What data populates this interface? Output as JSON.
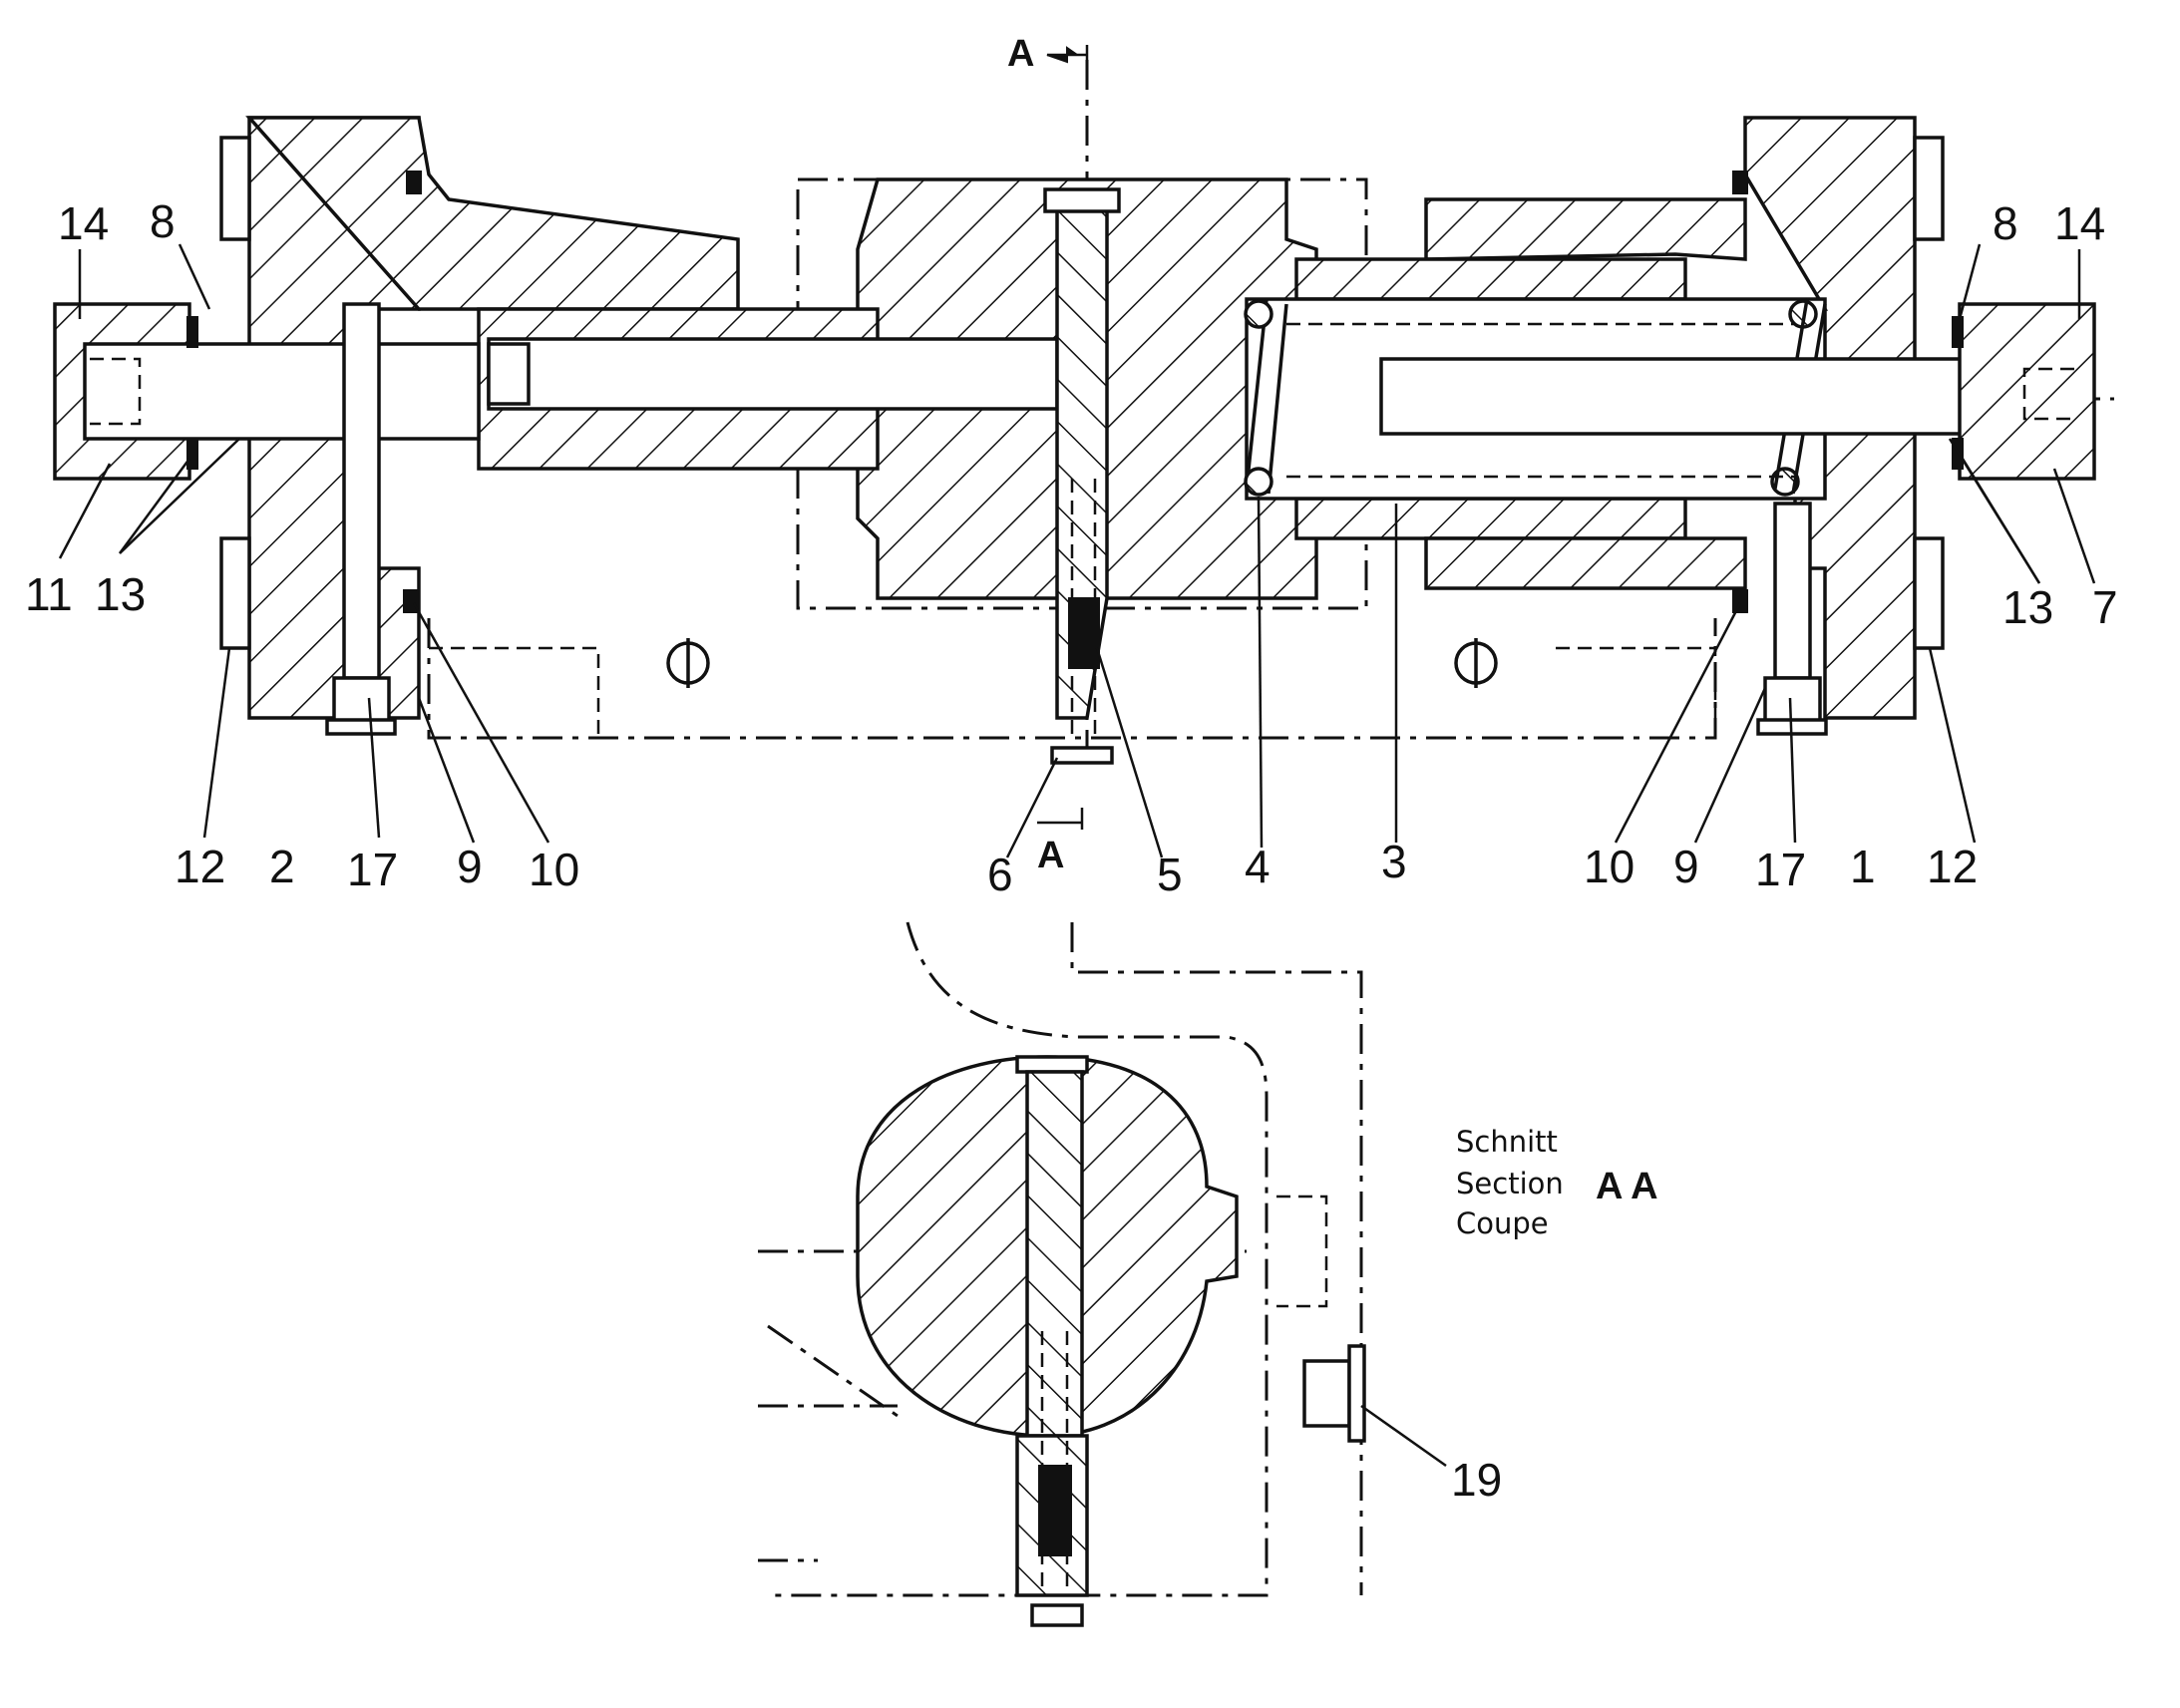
{
  "callouts": [
    "14",
    "8",
    "11",
    "13",
    "12",
    "2",
    "17",
    "9",
    "10",
    "6",
    "5",
    "4",
    "3",
    "10",
    "9",
    "17",
    "1",
    "12",
    "13",
    "7",
    "8",
    "14",
    "19"
  ],
  "section_marks": [
    "A",
    "A"
  ],
  "section_caption": {
    "line1": "Schnitt",
    "line2": "Section",
    "line3": "Coupe",
    "tag": "A A"
  }
}
